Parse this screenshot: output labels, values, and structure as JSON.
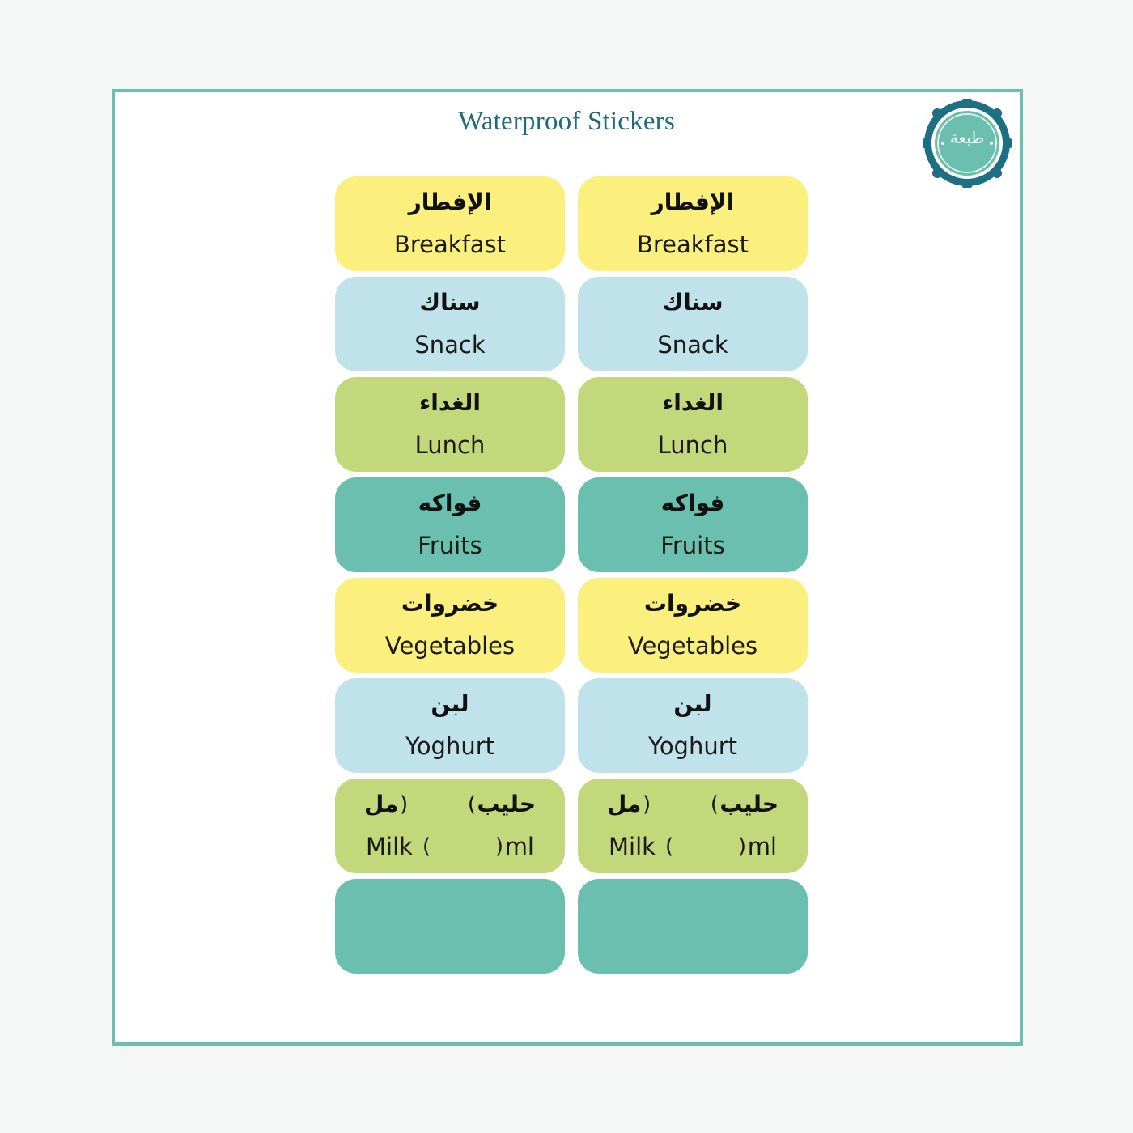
{
  "header": {
    "title": "Waterproof Stickers",
    "logo_text": "طبعة"
  },
  "colors": {
    "frame": "#6bbfae",
    "title": "#1f6b7c",
    "yellow": "#fbef7d",
    "light_blue": "#c0e2eb",
    "light_green": "#c3d87a",
    "teal": "#6bbfae",
    "logo_ring": "#1e6e84"
  },
  "stickers": {
    "breakfast": {
      "ar": "الإفطار",
      "en": "Breakfast",
      "color": "yellow"
    },
    "snack": {
      "ar": "سناك",
      "en": "Snack",
      "color": "light_blue"
    },
    "lunch": {
      "ar": "الغداء",
      "en": "Lunch",
      "color": "light_green"
    },
    "fruits": {
      "ar": "فواكه",
      "en": "Fruits",
      "color": "teal"
    },
    "vegetables": {
      "ar": "خضروات",
      "en": "Vegetables",
      "color": "yellow"
    },
    "yoghurt": {
      "ar": "لبن",
      "en": "Yoghurt",
      "color": "light_blue"
    },
    "milk": {
      "ar_word": "حليب",
      "ar_unit": "مل",
      "en_word": "Milk",
      "en_unit": "ml",
      "open_paren": "(",
      "close_paren": ")",
      "color": "light_green"
    },
    "blank": {
      "color": "teal"
    }
  }
}
